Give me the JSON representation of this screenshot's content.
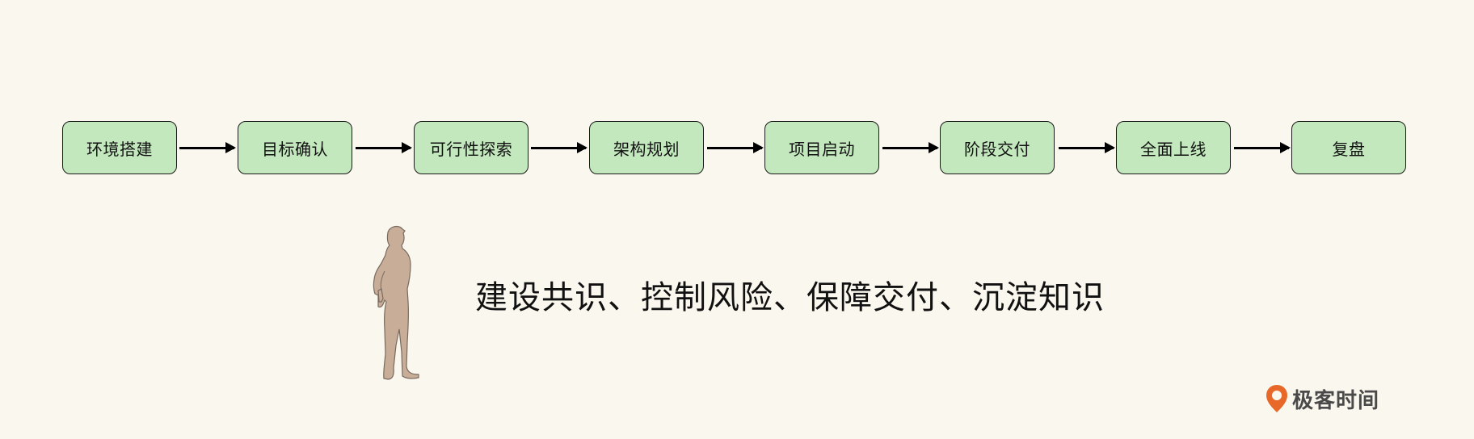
{
  "steps": [
    {
      "label": "环境搭建"
    },
    {
      "label": "目标确认"
    },
    {
      "label": "可行性探索"
    },
    {
      "label": "架构规划"
    },
    {
      "label": "项目启动"
    },
    {
      "label": "阶段交付"
    },
    {
      "label": "全面上线"
    },
    {
      "label": "复盘"
    }
  ],
  "slogan": "建设共识、控制风险、保障交付、沉淀知识",
  "brand": {
    "name": "极客时间"
  },
  "colors": {
    "background": "#faf7ee",
    "step_fill": "#c3e8bd",
    "arrow": "#000000",
    "figure": "#c8ad98",
    "brand_accent": "#e8682a"
  },
  "icons": {
    "figure": "worker-silhouette-icon",
    "brand": "geektime-logo-icon"
  }
}
